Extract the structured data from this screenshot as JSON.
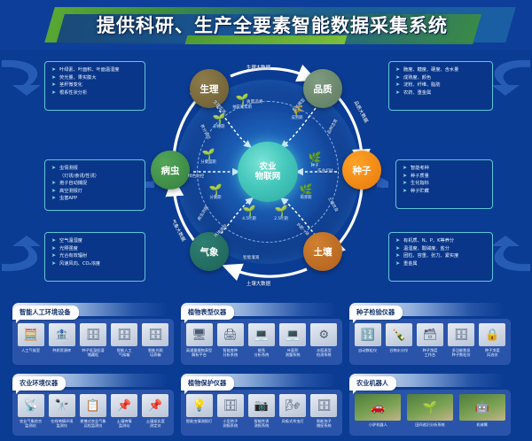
{
  "banner": {
    "title": "提供科研、生产全要素智能数据采集系统"
  },
  "diagram": {
    "hub": {
      "line1": "农业",
      "line2": "物联网"
    },
    "nodes": [
      {
        "key": "physio",
        "label": "生理",
        "color": "#6b5c33"
      },
      {
        "key": "quality",
        "label": "品质",
        "color": "#5d7b60"
      },
      {
        "key": "seed",
        "label": "种子",
        "color": "#e8790b"
      },
      {
        "key": "soil",
        "label": "土壤",
        "color": "#b0601c"
      },
      {
        "key": "weather",
        "label": "气象",
        "color": "#1d6257"
      },
      {
        "key": "pest",
        "label": "病虫",
        "color": "#34803d"
      }
    ],
    "outer_arc_labels": [
      {
        "key": "top",
        "text": "生理大数据"
      },
      {
        "key": "bottom",
        "text": "土壤大数据"
      },
      {
        "key": "right",
        "text": "品质大数据"
      },
      {
        "key": "left",
        "text": "气象大数据"
      }
    ],
    "inner_arc_labels": [
      {
        "key": "quality-trace",
        "text": "质量追溯"
      },
      {
        "key": "green-control",
        "text": "绿色防控"
      },
      {
        "key": "smart-irrig",
        "text": "智能灌溉"
      },
      {
        "key": "agri-seedling",
        "text": "农业切片"
      },
      {
        "key": "phys-monitor",
        "text": "生理监测"
      },
      {
        "key": "growth-model",
        "text": "生长模型"
      },
      {
        "key": "nutrient",
        "text": "养分调控"
      },
      {
        "key": "variety",
        "text": "品种选育"
      },
      {
        "key": "pest-forecast",
        "text": "病虫测报"
      },
      {
        "key": "env-regulate",
        "text": "环境调控"
      },
      {
        "key": "water-fert",
        "text": "水肥一体"
      },
      {
        "key": "soil-improve",
        "text": "土壤改良"
      }
    ],
    "seed_label": "种子",
    "stages": [
      {
        "key": "tillering-peak",
        "label": "分蘖盛期"
      },
      {
        "key": "tillering",
        "label": "分蘖期"
      },
      {
        "key": "booting",
        "label": "孕穗期"
      },
      {
        "key": "heading",
        "label": "抽花灌浆期"
      },
      {
        "key": "maturity",
        "label": "成熟期"
      },
      {
        "key": "germination",
        "label": "萌芽期"
      },
      {
        "key": "leaf45",
        "label": "4.5叶期"
      },
      {
        "key": "leaf25",
        "label": "2.5叶期"
      }
    ]
  },
  "info_boxes": [
    {
      "key": "physiology",
      "items": [
        "叶绿素、叶面积、叶面温湿度",
        "荧光量、果实膨大",
        "茎秆微变化",
        "根系性状分析"
      ]
    },
    {
      "key": "pest",
      "items": [
        "虫情测报",
        "（灯诱/食诱/性诱）",
        "孢子自动捕捉",
        "高空测报灯",
        "虫害APP"
      ]
    },
    {
      "key": "weather",
      "items": [
        "空气温湿度",
        "光照强度",
        "光合有效辐射",
        "风速风向、CO₂浓度"
      ]
    },
    {
      "key": "quality",
      "items": [
        "脆度、糖度、硬度、含水量",
        "成熟度、颜色",
        "淀粉、纤维、脂肪",
        "农药、重金属"
      ]
    },
    {
      "key": "seed",
      "items": [
        "智能考种",
        "种子质量",
        "生化指标",
        "种子贮藏"
      ]
    },
    {
      "key": "soil",
      "items": [
        "有机质、N、P、K等养分",
        "温湿度、酸碱度、盐分",
        "团粒、容重、张力、紧实度",
        "重金属"
      ]
    }
  ],
  "product_panels": [
    {
      "key": "smart-env",
      "title": "智能人工环境设备",
      "items": [
        {
          "label": "人工气候室",
          "icon": "cabinet"
        },
        {
          "label": "种质资源库",
          "icon": "cabinet"
        },
        {
          "label": "种子低温低湿\n储藏柜",
          "icon": "cabinet"
        },
        {
          "label": "智能人工\n气候箱",
          "icon": "cabinet"
        },
        {
          "label": "智能光照\n培养箱",
          "icon": "cabinet"
        }
      ]
    },
    {
      "key": "phenotype",
      "title": "植物表型仪器",
      "items": [
        {
          "label": "高通量植物表型\n解析平台",
          "icon": "machine"
        },
        {
          "label": "智能育种\n分析系统",
          "icon": "scanner"
        },
        {
          "label": "根系\n分析系统",
          "icon": "monitor"
        },
        {
          "label": "叶面积\n测量系统",
          "icon": "monitor"
        },
        {
          "label": "水稻表型\n检测系统",
          "icon": "network"
        }
      ]
    },
    {
      "key": "seed-test",
      "title": "种子检验仪器",
      "items": [
        {
          "label": "自动数粒仪",
          "icon": "counter"
        },
        {
          "label": "谷物水分仪",
          "icon": "moisture"
        },
        {
          "label": "种子净度\n工作台",
          "icon": "bench"
        },
        {
          "label": "多功能数显\n种子数粒仪",
          "icon": "bench"
        },
        {
          "label": "种子净度\n风选仪",
          "icon": "blower"
        }
      ]
    },
    {
      "key": "agri-env",
      "title": "农业环境仪器",
      "items": [
        {
          "label": "农业气象综合\n监测站",
          "icon": "weather-station"
        },
        {
          "label": "在线墒情环境\n监测仪",
          "icon": "sensor"
        },
        {
          "label": "便携式农业气象\n远程监测仪",
          "icon": "portable"
        },
        {
          "label": "土壤墒情\n监测站",
          "icon": "probe"
        },
        {
          "label": "土壤紧实度\n测定仪",
          "icon": "probe"
        }
      ]
    },
    {
      "key": "plant-protect",
      "title": "植物保护仪器",
      "items": [
        {
          "label": "智能虫情测报灯",
          "icon": "lamp"
        },
        {
          "label": "小型孢子\n测报系统",
          "icon": "spore"
        },
        {
          "label": "智能性诱\n测报系统",
          "icon": "trap"
        },
        {
          "label": "风吸式杀虫灯",
          "icon": "fan-lamp"
        },
        {
          "label": "智能孢子\n捕捉系统",
          "icon": "cabinet"
        }
      ]
    },
    {
      "key": "agri-robot",
      "title": "农业机器人",
      "items": [
        {
          "label": "小驴机器人",
          "icon": "photo"
        },
        {
          "label": "田间巡识分析系统",
          "icon": "photo"
        },
        {
          "label": "机械臂",
          "icon": "photo"
        }
      ]
    }
  ]
}
